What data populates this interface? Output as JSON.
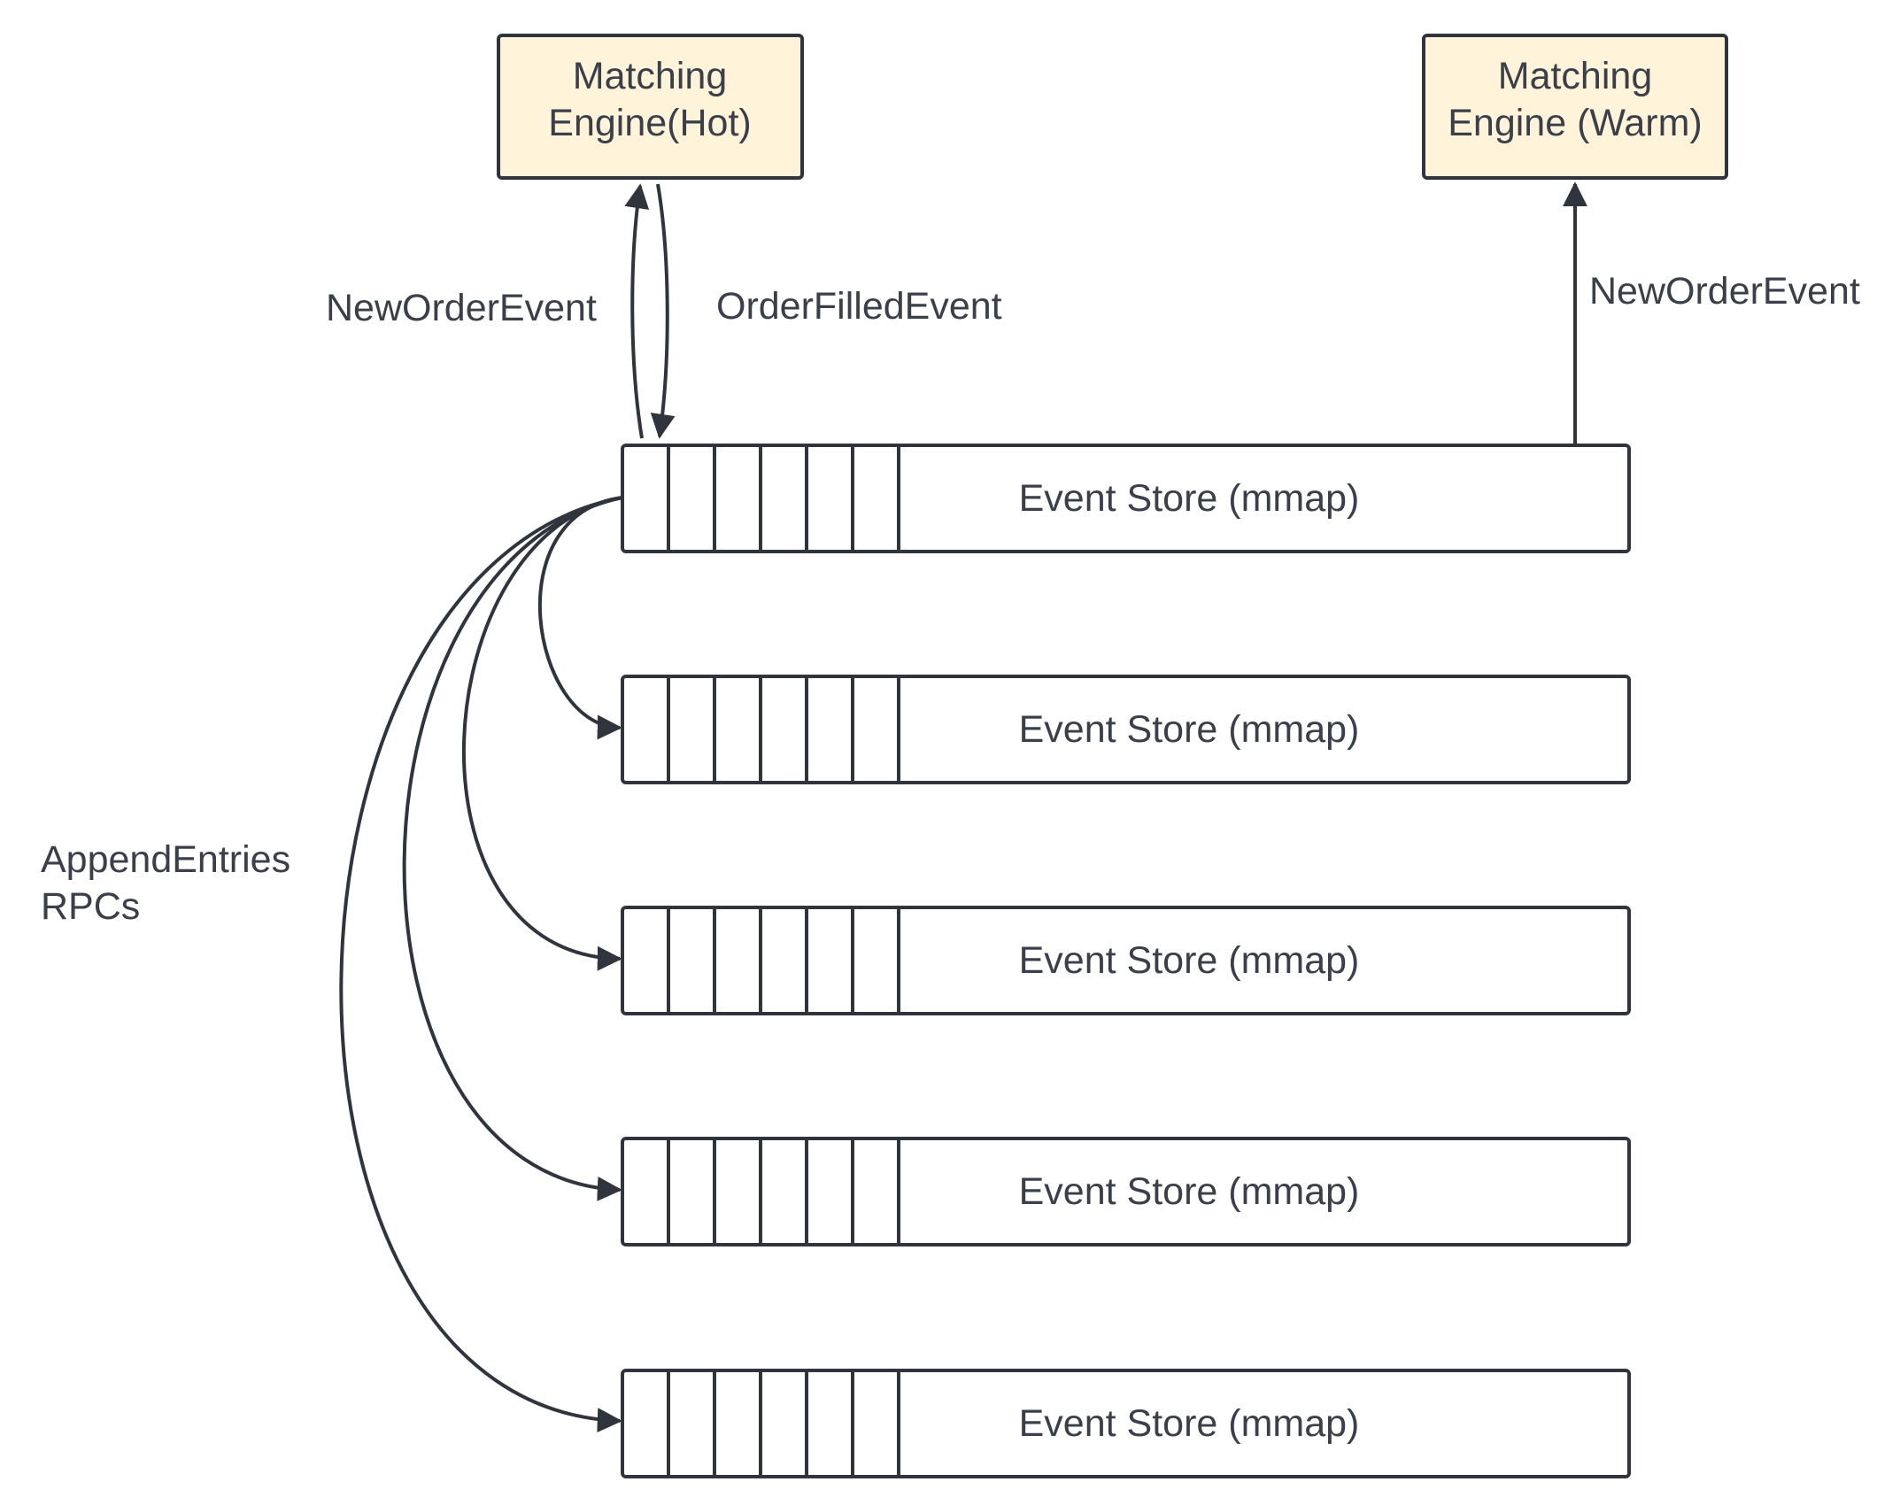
{
  "colors": {
    "engine_fill": "#fff3d9",
    "stroke": "#2f343d",
    "text": "#3a3f4a"
  },
  "engines": [
    {
      "id": "hot",
      "lines": [
        "Matching",
        "Engine(Hot)"
      ]
    },
    {
      "id": "warm",
      "lines": [
        "Matching",
        "Engine (Warm)"
      ]
    }
  ],
  "stores": [
    {
      "label": "Event Store (mmap)"
    },
    {
      "label": "Event Store (mmap)"
    },
    {
      "label": "Event Store (mmap)"
    },
    {
      "label": "Event Store (mmap)"
    },
    {
      "label": "Event Store (mmap)"
    }
  ],
  "edge_labels": {
    "hot_in": "NewOrderEvent",
    "hot_out": "OrderFilledEvent",
    "warm_in": "NewOrderEvent",
    "replication": [
      "AppendEntries",
      "RPCs"
    ]
  }
}
